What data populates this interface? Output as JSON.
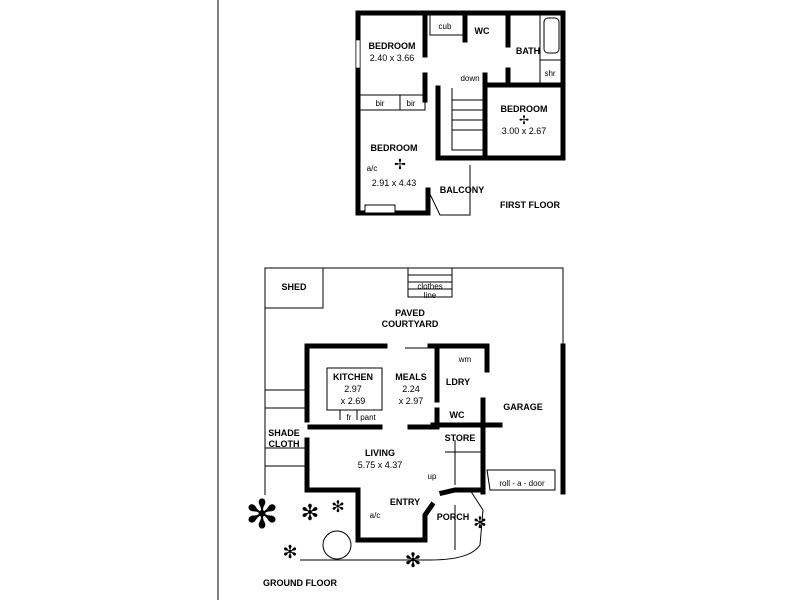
{
  "first_floor": {
    "title": "FIRST FLOOR",
    "bedroom1": {
      "name": "BEDROOM",
      "size": "2.40 x 3.66"
    },
    "bedroom2": {
      "name": "BEDROOM",
      "size": "3.00 x 2.67"
    },
    "bedroom3": {
      "name": "BEDROOM",
      "size": "2.91 x 4.43"
    },
    "cub": "cub",
    "wc": "WC",
    "bath": "BATH",
    "shr": "shr",
    "bir1": "bir",
    "bir2": "bir",
    "down": "down",
    "ac": "a/c",
    "balcony": "BALCONY"
  },
  "ground_floor": {
    "title": "GROUND FLOOR",
    "shed": "SHED",
    "clothes_line": [
      "clothes",
      "line"
    ],
    "courtyard": [
      "PAVED",
      "COURTYARD"
    ],
    "kitchen": {
      "name": "KITCHEN",
      "size": [
        "2.97",
        "x 2.69"
      ]
    },
    "meals": {
      "name": "MEALS",
      "size": [
        "2.24",
        "x 2.97"
      ]
    },
    "fr": "fr",
    "pant": "pant",
    "wm": "wm",
    "ldry": "LDRY",
    "wc": "WC",
    "store": "STORE",
    "garage": "GARAGE",
    "roll_door": "roll - a - door",
    "shade_cloth": [
      "SHADE",
      "CLOTH"
    ],
    "living": {
      "name": "LIVING",
      "size": "5.75 x 4.37"
    },
    "up": "up",
    "entry": "ENTRY",
    "ac": "a/c",
    "porch": "PORCH"
  }
}
